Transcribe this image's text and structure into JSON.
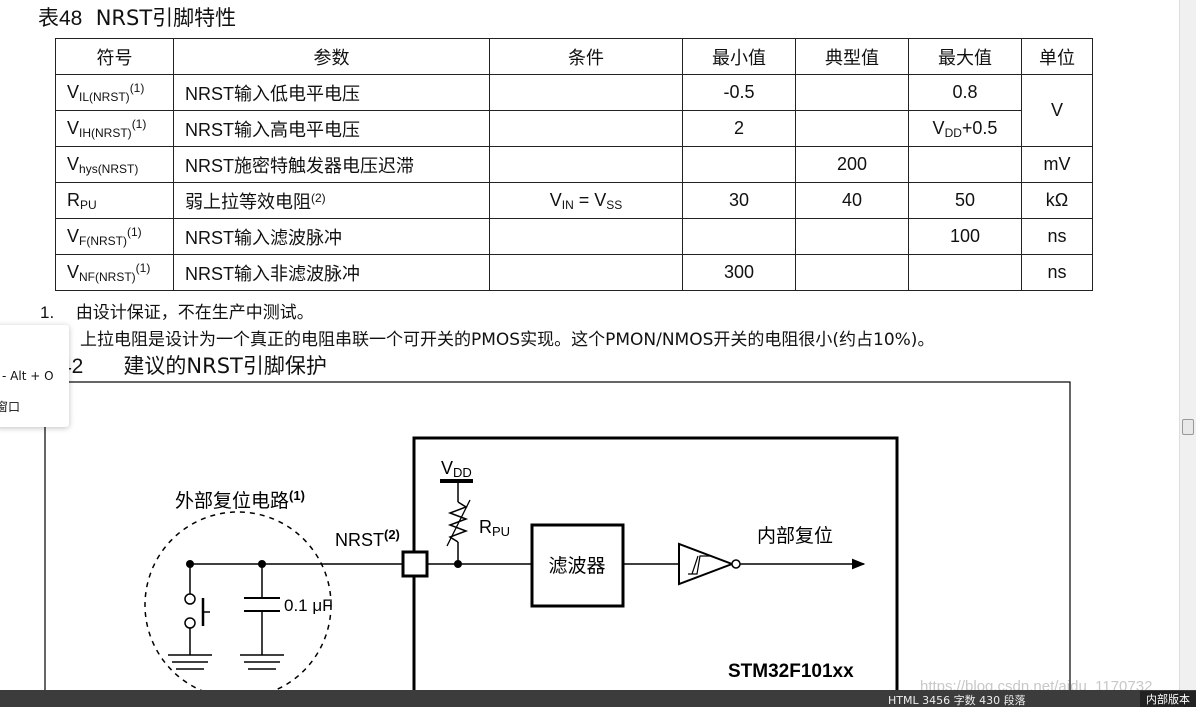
{
  "table": {
    "title_label": "表",
    "title_num": "48",
    "title_rest": "NRST引脚特性",
    "headers": [
      "符号",
      "参数",
      "条件",
      "最小值",
      "典型值",
      "最大值",
      "单位"
    ],
    "rows": [
      {
        "sym_main": "V",
        "sym_sub": "IL(NRST)",
        "sym_sup": "(1)",
        "param": "NRST输入低电平电压",
        "cond": "",
        "min": "-0.5",
        "typ": "",
        "max": "0.8"
      },
      {
        "sym_main": "V",
        "sym_sub": "IH(NRST)",
        "sym_sup": "(1)",
        "param": "NRST输入高电平电压",
        "cond": "",
        "min": "2",
        "typ": "",
        "max_main": "V",
        "max_sub": "DD",
        "max_rest": "+0.5"
      },
      {
        "sym_main": "V",
        "sym_sub": "hys(NRST)",
        "sym_sup": "",
        "param": "NRST施密特触发器电压迟滞",
        "cond": "",
        "min": "",
        "typ": "200",
        "max": "",
        "unit": "mV"
      },
      {
        "sym_main": "R",
        "sym_sub": "PU",
        "sym_sup": "",
        "param": "弱上拉等效电阻",
        "param_sup": "(2)",
        "cond_a": "V",
        "cond_a_sub": "IN",
        "cond_eq": " = V",
        "cond_b_sub": "SS",
        "min": "30",
        "typ": "40",
        "max": "50",
        "unit": "kΩ"
      },
      {
        "sym_main": "V",
        "sym_sub": "F(NRST)",
        "sym_sup": "(1)",
        "param": "NRST输入滤波脉冲",
        "cond": "",
        "min": "",
        "typ": "",
        "max": "100",
        "unit": "ns"
      },
      {
        "sym_main": "V",
        "sym_sub": "NF(NRST)",
        "sym_sup": "(1)",
        "param": "NRST输入非滤波脉冲",
        "cond": "",
        "min": "300",
        "typ": "",
        "max": "",
        "unit": "ns"
      }
    ],
    "merged_unit": "V"
  },
  "notes": {
    "n1_num": "1.",
    "n1_text": "由设计保证，不在生产中测试。",
    "n2_text": "上拉电阻是设计为一个真正的电阻串联一个可开关的PMOS实现。这个PMON/NMOS开关的电阻很小(约占10%)。"
  },
  "figure": {
    "title_num": "42",
    "title_text": "建议的NRST引脚保护",
    "ext_label": "外部复位电路",
    "ext_sup": "(1)",
    "nrst_label": "NRST",
    "nrst_sup": "(2)",
    "vdd_main": "V",
    "vdd_sub": "DD",
    "rpu_main": "R",
    "rpu_sub": "PU",
    "filter_label": "滤波器",
    "internal_reset_label": "内部复位",
    "cap_label": "0.1 μF",
    "chip_label": "STM32F101xx"
  },
  "popup": {
    "shortcut": "- Alt + O",
    "item": "窗口"
  },
  "statusbar": {
    "text": "HTML   3456 字数   430 段落",
    "version": "内部版本"
  },
  "watermark": "https://blog.csdn.net/aidu_1170732"
}
